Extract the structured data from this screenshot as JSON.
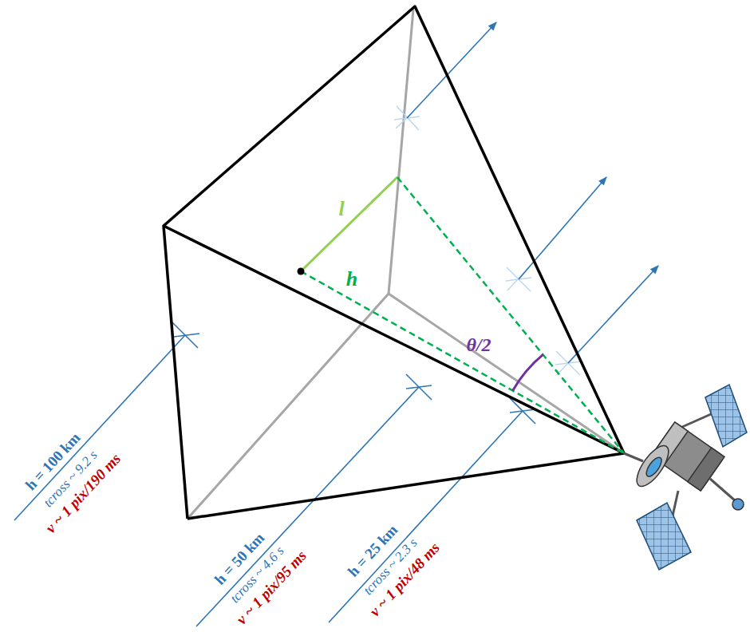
{
  "diagram": {
    "labels": [
      "l",
      "h",
      "θ/2",
      "h = 100 km",
      "tcross ~ 9.2 s",
      "v ~ 1 pix/190 ms",
      "h = 50 km",
      "tcross ~ 4.6 s",
      "v ~ 1 pix/95 ms",
      "h = 25 km",
      "tcross ~ 2.3 s",
      "v ~ 1 pix/48 ms"
    ]
  }
}
